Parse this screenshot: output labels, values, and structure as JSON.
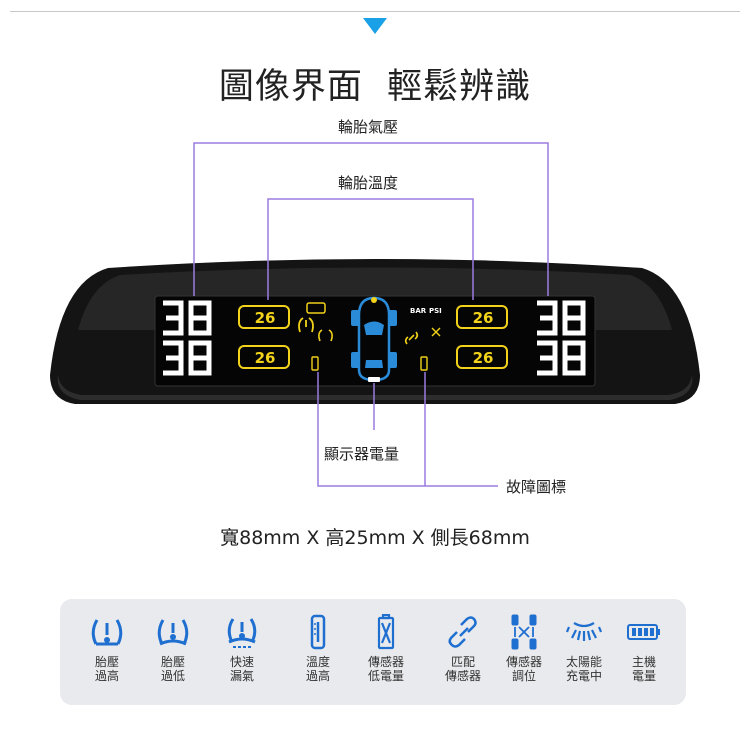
{
  "heading": "圖像界面  輕鬆辨識",
  "callouts": {
    "pressure": "輪胎氣壓",
    "temperature": "輪胎溫度",
    "display_battery": "顯示器電量",
    "fault_icon": "故障圖標"
  },
  "display": {
    "pressure_value": "38",
    "temperature_value": "26",
    "unit_bar": "BAR",
    "unit_psi": "PSI"
  },
  "dimensions": "寬88mm X 高25mm X 側長68mm",
  "legend": [
    {
      "icon": "tire-pressure-high-icon",
      "line1": "胎壓",
      "line2": "過高"
    },
    {
      "icon": "tire-pressure-low-icon",
      "line1": "胎壓",
      "line2": "過低"
    },
    {
      "icon": "fast-leak-icon",
      "line1": "快速",
      "line2": "漏氣"
    },
    {
      "icon": "thermometer-icon",
      "line1": "溫度",
      "line2": "過高"
    },
    {
      "icon": "sensor-battery-low-icon",
      "line1": "傳感器",
      "line2": "低電量"
    },
    {
      "icon": "pairing-link-icon",
      "line1": "匹配",
      "line2": "傳感器"
    },
    {
      "icon": "sensor-swap-icon",
      "line1": "傳感器",
      "line2": "調位"
    },
    {
      "icon": "solar-charging-icon",
      "line1": "太陽能",
      "line2": "充電中"
    },
    {
      "icon": "main-battery-icon",
      "line1": "主機",
      "line2": "電量"
    }
  ],
  "colors": {
    "accent": "#1aa0e6",
    "callout_line": "#9b7be0",
    "lcd_white": "#ffffff",
    "lcd_yellow": "#f2d21a",
    "lcd_blue": "#2a8bd8",
    "legend_blue": "#1f6fd1"
  }
}
